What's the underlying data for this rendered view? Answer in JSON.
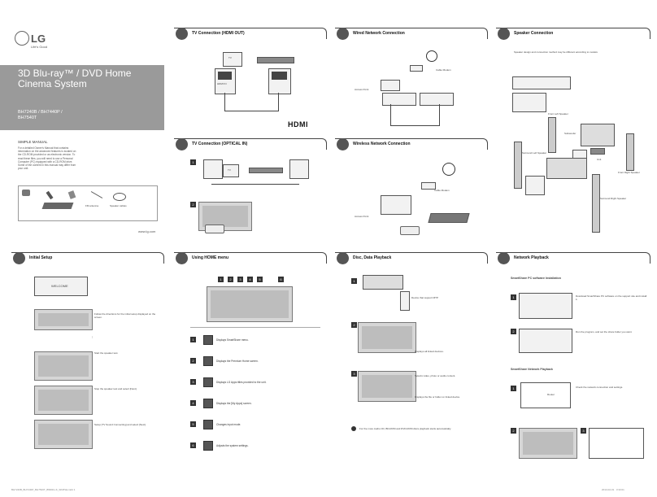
{
  "cover": {
    "brand": "LG",
    "tagline": "Life's Good",
    "title": "3D Blu-ray™ / DVD Home Cinema System",
    "models": "BH7240B / BH7440P / BH7540T",
    "manual_type": "SIMPLE MANUAL",
    "manual_desc": "For a detailed Owner's Manual that contains information on the advanced features is located on the CD-ROM provided or as electronic version. To read these files, you will need to use a Personal Computer (PC) equipped with a CD-ROM drive. Some of the content in this manual may differ from your unit.",
    "url": "www.lg.com",
    "acc_labels": [
      "FM antenna",
      "Speaker cables"
    ]
  },
  "sections": {
    "hdmi": {
      "title": "TV Connection (HDMI OUT)",
      "tv": "TV",
      "port": "HDMI IN",
      "logo": "HDMI"
    },
    "optical": {
      "title": "TV Connection (OPTICAL IN)",
      "tv": "TV",
      "steps": [
        "1",
        "2"
      ]
    },
    "wired": {
      "title": "Wired Network Connection",
      "cable_modem": "Cable Modem",
      "access_point": "Access Point"
    },
    "wireless": {
      "title": "Wireless Network Connection",
      "cable_modem": "Cable Modem",
      "access_point": "Access Point"
    },
    "speaker": {
      "title": "Speaker Connection",
      "note": "Speaker design and connection method may be different according to models",
      "front_left": "Front Left Speaker",
      "subwoofer": "Subwoofer",
      "unit": "Unit",
      "surround_left": "Surround Left Speaker",
      "front_right": "Front Right Speaker",
      "surround_right": "Surround Right Speaker"
    },
    "setup": {
      "title": "Initial Setup",
      "welcome": "WELCOME",
      "steps": [
        "Follow the directions for the initial setup displayed on the screen.",
        "Start the speaker test.",
        "Stop the speaker test and select [Next].",
        "Setup [TV Sound Connecting] and select [Next]."
      ]
    },
    "home": {
      "title": "Using HOME menu",
      "numbers": [
        "1",
        "2",
        "3",
        "4",
        "5",
        "6"
      ],
      "items": [
        {
          "num": "1",
          "text": "Displays SmartShare menu."
        },
        {
          "num": "2",
          "text": "Displays the Premium Home screen."
        },
        {
          "num": "3",
          "text": "Displays LG Apps titles provided to the unit."
        },
        {
          "num": "4",
          "text": "Displays the [My Apps] screen."
        },
        {
          "num": "5",
          "text": "Changes input mode."
        },
        {
          "num": "6",
          "text": "Adjusts the system settings."
        }
      ]
    },
    "disc": {
      "title": "Disc, Data Playback",
      "usb": "Device that support MTP",
      "all_devices": "Displays all linked devices.",
      "select": "Selects video, photo or audio content.",
      "display": "Displays the file or folder on linked device.",
      "note": "For the more Audio CD, BD-ROM and DVD-ROM discs playback starts automatically."
    },
    "network": {
      "title": "Network Playback",
      "pc_install": "SmartShare PC software Installation",
      "pc_step1": "Download SmartShare PC software on the support site and install it.",
      "pc_step2": "Run the program, and set the share folder you want.",
      "nw_title": "SmartShare Network Playback",
      "nw_step1": "Check the network connection and settings.",
      "router": "Router"
    }
  },
  "footer": {
    "left": "BH7240B_BH7440P_BH7540T_B5DRLLK_SIMPLE.indd 1",
    "right": "2013-02-01     3:33:01"
  }
}
